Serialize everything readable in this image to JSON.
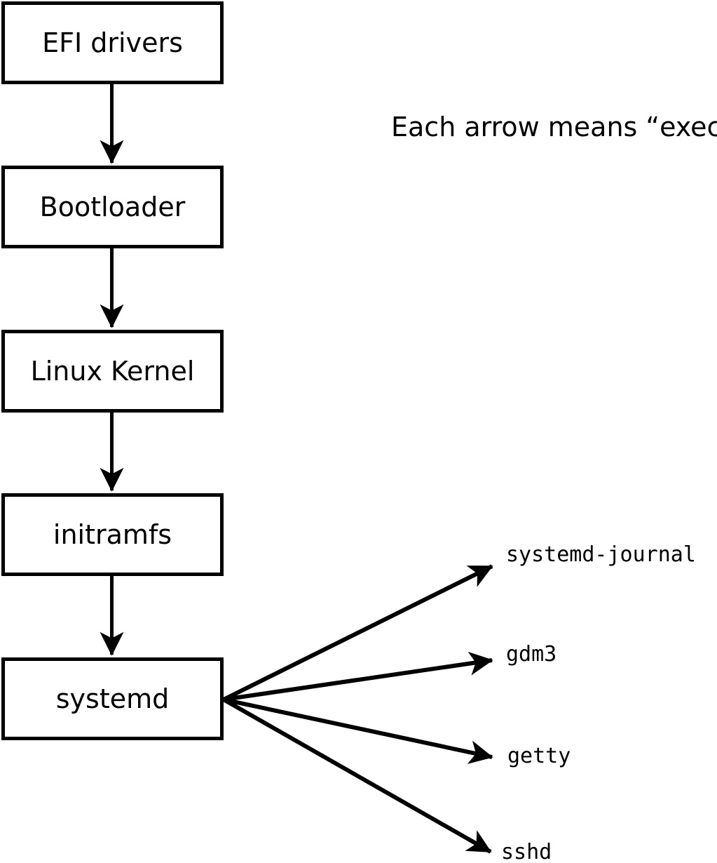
{
  "caption": "Each arrow means “executes”.",
  "chain": [
    {
      "id": "efi-drivers",
      "label": "EFI drivers"
    },
    {
      "id": "bootloader",
      "label": "Bootloader"
    },
    {
      "id": "linux-kernel",
      "label": "Linux Kernel"
    },
    {
      "id": "initramfs",
      "label": "initramfs"
    },
    {
      "id": "systemd",
      "label": "systemd"
    }
  ],
  "spawned": [
    {
      "id": "systemd-journal",
      "label": "systemd-journal"
    },
    {
      "id": "gdm3",
      "label": "gdm3"
    },
    {
      "id": "getty",
      "label": "getty"
    },
    {
      "id": "sshd",
      "label": "sshd"
    }
  ],
  "colors": {
    "line": "#000000",
    "background": "#ffffff",
    "box_fill": "#ffffff"
  }
}
